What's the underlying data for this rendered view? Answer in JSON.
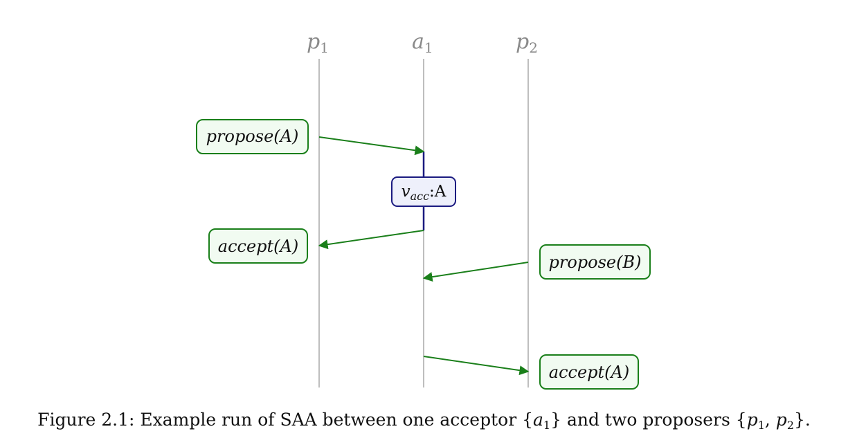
{
  "lanes": [
    {
      "id": "p1",
      "base": "p",
      "sub": "1"
    },
    {
      "id": "a1",
      "base": "a",
      "sub": "1"
    },
    {
      "id": "p2",
      "base": "p",
      "sub": "2"
    }
  ],
  "messages": [
    {
      "label": "propose(A)",
      "from": "p1",
      "to": "a1"
    },
    {
      "label": "accept(A)",
      "from": "a1",
      "to": "p1"
    },
    {
      "label": "propose(B)",
      "from": "p2",
      "to": "a1"
    },
    {
      "label": "accept(A)",
      "from": "a1",
      "to": "p2"
    }
  ],
  "state": {
    "lane": "a1",
    "var_base": "v",
    "var_sub": "acc",
    "separator": ":",
    "value": "A"
  },
  "caption": {
    "prefix": "Figure 2.1: Example run of SAA between one acceptor {",
    "acceptor_base": "a",
    "acceptor_sub": "1",
    "middle": "} and two proposers {",
    "p1_base": "p",
    "p1_sub": "1",
    "comma": ", ",
    "p2_base": "p",
    "p2_sub": "2",
    "suffix": "}."
  },
  "colors": {
    "message": "#1a7f1a",
    "message_fill": "#f1fbf1",
    "state": "#1a1a80",
    "state_fill": "#eef0fb",
    "lifeline": "#9a9a9a",
    "lane_label": "#8a8a8a"
  }
}
